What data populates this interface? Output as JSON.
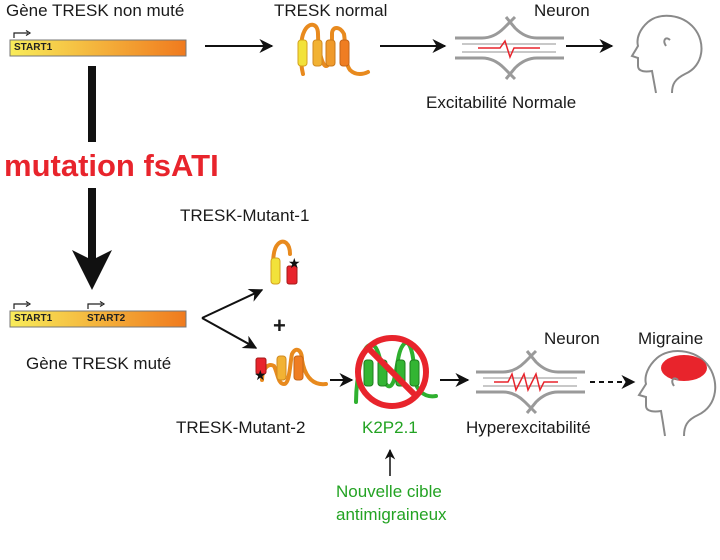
{
  "top": {
    "gene_label": "Gène TRESK non muté",
    "start_label": "START1",
    "protein_label": "TRESK normal",
    "neuron_label": "Neuron",
    "excitability_label": "Excitabilité Normale"
  },
  "mutation_label": "mutation fsATI",
  "bottom": {
    "mutant1_label": "TRESK-Mutant-1",
    "start1_label": "START1",
    "start2_label": "START2",
    "gene_label": "Gène TRESK muté",
    "plus": "+",
    "mutant2_label": "TRESK-Mutant-2",
    "k2p_label": "K2P2.1",
    "neuron_label": "Neuron",
    "migraine_label": "Migraine",
    "hyper_label": "Hyperexcitabilité",
    "target_line1": "Nouvelle cible",
    "target_line2": "antimigraineux"
  },
  "colors": {
    "mutation": "#e8242c",
    "green_text": "#23a323",
    "gene_start": "#f8ec5a",
    "gene_end": "#f07a1e"
  }
}
